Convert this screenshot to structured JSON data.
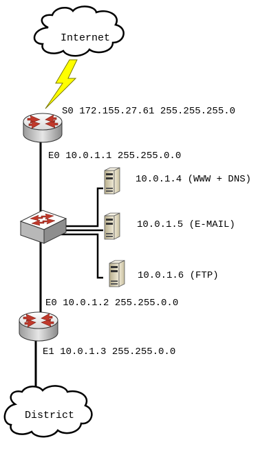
{
  "clouds": {
    "top": {
      "label": "Internet"
    },
    "bottom": {
      "label": "District"
    }
  },
  "router_top": {
    "serial_label": "S0 172.155.27.61 255.255.255.0",
    "eth_label": "E0 10.0.1.1 255.255.0.0"
  },
  "router_bottom": {
    "e0_label": "E0 10.0.1.2 255.255.0.0",
    "e1_label": "E1 10.0.1.3 255.255.0.0"
  },
  "servers": [
    {
      "label": "10.0.1.4 (WWW + DNS)"
    },
    {
      "label": "10.0.1.5 (E-MAIL)"
    },
    {
      "label": "10.0.1.6 (FTP)"
    }
  ],
  "colors": {
    "lightning_fill": "#ffff00",
    "lightning_stroke": "#7a7a00",
    "router_body": "#d9d9d9",
    "router_top": "#ffffff",
    "router_arrows": "#c0392b",
    "line": "#000000"
  },
  "icons": [
    "cloud-icon",
    "lightning-icon",
    "router-icon",
    "switch-icon",
    "server-icon"
  ]
}
